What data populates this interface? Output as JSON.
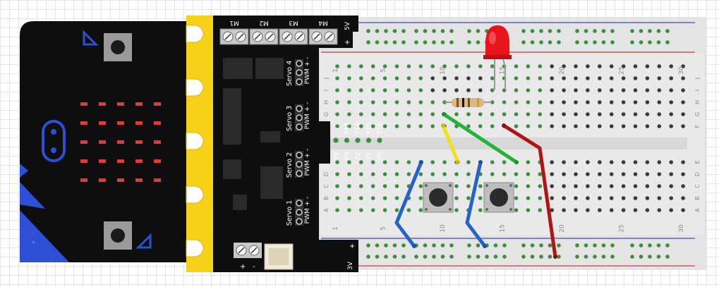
{
  "driver_board": {
    "motor_labels": [
      "M1",
      "M2",
      "M3",
      "M4"
    ],
    "top_power_labels": [
      "5V",
      "+"
    ],
    "bottom_power_labels": [
      "+",
      "3V"
    ],
    "servo_labels": [
      "Servo 4",
      "Servo 3",
      "Servo 2",
      "Servo 1"
    ],
    "servo_pin_labels": [
      "PWM",
      "+",
      "-"
    ],
    "io_pins": [
      "9V",
      "P8",
      "P2",
      "P1",
      "P0"
    ],
    "io_pins_top": [
      "-",
      "P13",
      "P14",
      "P15",
      "P16"
    ],
    "battery_labels": [
      "+",
      "-"
    ]
  },
  "microbit": {
    "edge_labels": [
      "-",
      "+"
    ]
  },
  "breadboard": {
    "column_numbers_top": [
      "1",
      "5",
      "10",
      "15",
      "20",
      "25",
      "30"
    ],
    "column_numbers_bottom": [
      "1",
      "5",
      "10",
      "15",
      "20",
      "25",
      "30"
    ],
    "row_letters_upper": [
      "J",
      "I",
      "H",
      "G",
      "F"
    ],
    "row_letters_lower": [
      "E",
      "D",
      "C",
      "B",
      "A"
    ]
  },
  "colors": {
    "board_black": "#111111",
    "yellow_edge": "#f7d117",
    "breadboard": "#e9e9e9",
    "rail_red": "#d33b3b",
    "rail_blue": "#3b4cd3",
    "hole_green": "#3a8f3a",
    "led_red": "#e8141b",
    "wire_blue": "#2563c9",
    "wire_green": "#22b338",
    "wire_yellow": "#f0e020",
    "wire_red": "#b01515"
  }
}
